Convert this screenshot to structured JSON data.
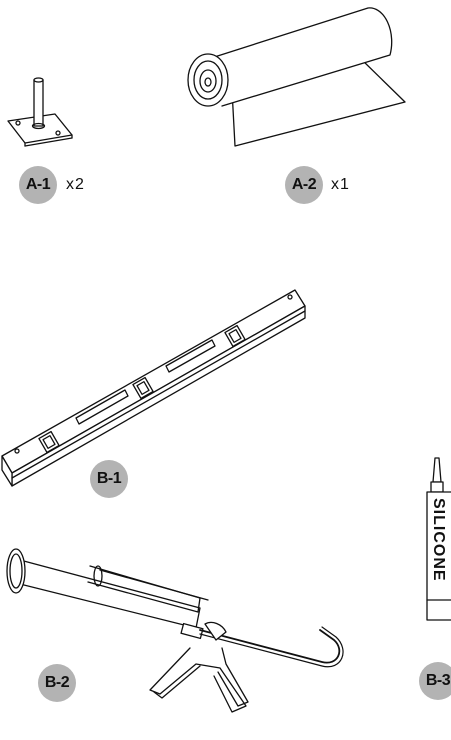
{
  "parts": [
    {
      "id": "A-1",
      "quantity": "x2"
    },
    {
      "id": "A-2",
      "quantity": "x1"
    },
    {
      "id": "B-1",
      "quantity": ""
    },
    {
      "id": "B-2",
      "quantity": ""
    },
    {
      "id": "B-3",
      "quantity": ""
    }
  ],
  "cartridge_label": "SILICONE",
  "colors": {
    "badge": "#b3b3b3",
    "stroke": "#111111"
  },
  "icons": [
    "post-bracket-icon",
    "membrane-roll-icon",
    "spirit-level-icon",
    "caulking-gun-icon",
    "silicone-tube-icon"
  ]
}
